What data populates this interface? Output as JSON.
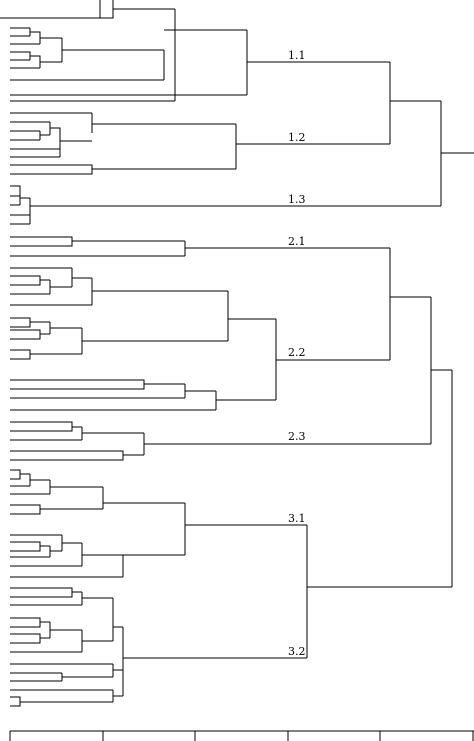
{
  "diagram": {
    "type": "dendrogram",
    "orientation": "leaves-left",
    "line_color": "#000000",
    "background": "#ffffff",
    "cluster_labels": [
      "1.1",
      "1.2",
      "1.3",
      "2.1",
      "2.2",
      "2.3",
      "3.1",
      "3.2"
    ],
    "axis_ticks": 6
  }
}
